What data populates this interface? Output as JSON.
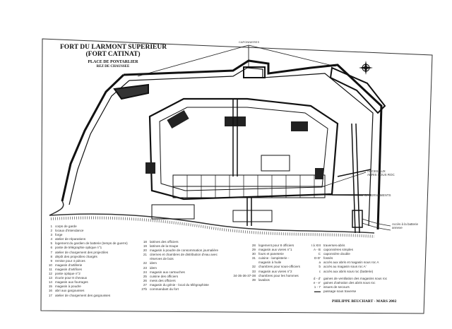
{
  "title": {
    "line1": "FORT DU LARMONT SUPERIEUR",
    "line2": "(FORT CATINAT)",
    "line3": "PLACE DE PONTARLIER",
    "line4": "REZ DE CHAUSSEE"
  },
  "labels": {
    "caponnieres": "CAPONNIERES",
    "acces_abris": "ACCES AUX ABRIS SOUS ROC",
    "casernements": "CASERNEMENTS",
    "acces_batterie": "Accès à la batterie annexe"
  },
  "legend_col1": [
    {
      "n": "1",
      "t": "corps de garde"
    },
    {
      "n": "2",
      "t": "locaux d'intendance"
    },
    {
      "n": "3",
      "t": "forge"
    },
    {
      "n": "4",
      "t": "atelier de réparations"
    },
    {
      "n": "5",
      "t": "logement du gardien de batterie (temps de guerre)"
    },
    {
      "n": "6",
      "t": "poste de télégraphie optique n°1"
    },
    {
      "n": "7",
      "t": "atelier de chargement des projectiles"
    },
    {
      "n": "8",
      "t": "dépôt des projectiles chargés"
    },
    {
      "n": "9",
      "t": "remise pour 4 pièces"
    },
    {
      "n": "10",
      "t": "magasin d'artillerie"
    },
    {
      "n": "11",
      "t": "magasin d'artifices"
    },
    {
      "n": "12",
      "t": "poste optique n°2"
    },
    {
      "n": "13",
      "t": "écurie pour 8 chevaux"
    },
    {
      "n": "14",
      "t": "magasin aux fourrages"
    },
    {
      "n": "15",
      "t": "magasin à poudre"
    },
    {
      "n": "16",
      "t": "abri aux gargousses"
    },
    {
      "n": "17",
      "t": "atelier de chargement des gargousses"
    }
  ],
  "legend_col2": [
    {
      "n": "18",
      "t": "latrines des officiers"
    },
    {
      "n": "19",
      "t": "latrines de la troupe"
    },
    {
      "n": "20",
      "t": "magasin à poudre de consommation journalière"
    },
    {
      "n": "21",
      "t": "citernes et chambres de distribution d'eau avec réserves de bois"
    },
    {
      "n": "22",
      "t": "idem"
    },
    {
      "n": "23",
      "t": "idem"
    },
    {
      "n": "24",
      "t": "magasin aux cartouches"
    },
    {
      "n": "25",
      "t": "cuisine des officiers"
    },
    {
      "n": "26",
      "t": "mess des officiers"
    },
    {
      "n": "27",
      "t": "magasin du génie - local du télégraphiste"
    },
    {
      "n": "27b",
      "t": "commandant du fort"
    }
  ],
  "legend_col3": [
    {
      "n": "28",
      "t": "logement pour 8 officiers"
    },
    {
      "n": "29",
      "t": "magasin aux vivres n°1"
    },
    {
      "n": "30",
      "t": "fours et paneterie"
    },
    {
      "n": "31",
      "t": "cuisine - lampisterie - magasin à huile"
    },
    {
      "n": "32",
      "t": "chambres pour sous-officiers"
    },
    {
      "n": "33",
      "t": "magasin aux vivres n°2"
    },
    {
      "n": "34-35-36-37-38",
      "t": "chambres pour les hommes"
    },
    {
      "n": "39",
      "t": "lavabos"
    }
  ],
  "legend_col4": [
    {
      "n": "I à XIII",
      "t": "traverses-abris"
    },
    {
      "n": "A - B",
      "t": "caponnières simples"
    },
    {
      "n": "C",
      "t": "caponnière double"
    },
    {
      "n": "D-D'",
      "t": "fossés"
    },
    {
      "n": "a",
      "t": "accès aux abris et magasin sous roc A"
    },
    {
      "n": "b",
      "t": "accès au magasin sous roc A'"
    },
    {
      "n": "c",
      "t": "accès aux abris sous roc (batterie)"
    }
  ],
  "legend_col5": [
    {
      "n": "d - d'",
      "t": "gaines de ventilation des magasins sous roc"
    },
    {
      "n": "e - e'",
      "t": "gaines d'aération des abris sous roc"
    },
    {
      "n": "1 - 7",
      "t": "issues de secours"
    },
    {
      "n": "▬▬",
      "t": "passage sous traverse"
    }
  ],
  "signature": "PHILIPPE BEUCHART - MARS 2002",
  "colors": {
    "ink": "#111111",
    "paper": "#ffffff",
    "gray": "#555555"
  }
}
